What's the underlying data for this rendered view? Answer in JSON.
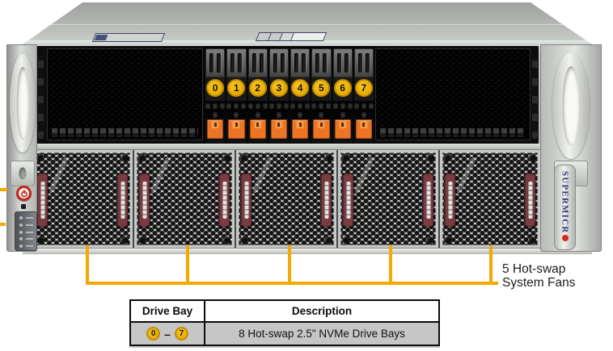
{
  "figure": {
    "type": "server-front-view",
    "brand_vertical_text": "SUPERMICR",
    "drive_bay_labels": [
      "0",
      "1",
      "2",
      "3",
      "4",
      "5",
      "6",
      "7"
    ],
    "system_fans": {
      "count": 5
    }
  },
  "callout": {
    "line1": "5 Hot-swap",
    "line2": "System Fans"
  },
  "table": {
    "col1_header": "Drive Bay",
    "col2_header": "Description",
    "row": {
      "bay_from": "0",
      "range_dash": "–",
      "bay_to": "7",
      "description": "8 Hot-swap 2.5\" NVMe Drive Bays"
    }
  },
  "colors": {
    "callout_line": "#F5A800",
    "bay_label_fill": "#F2B10A",
    "bay_label_ring": "#BD8F00",
    "drive_latch_orange": "#ED7423",
    "fan_handle_maroon": "#7C3A41",
    "brand_text_navy": "#2B3480",
    "brand_dot_red": "#D42A1E",
    "table_row_bg": "#C6C6C6"
  }
}
